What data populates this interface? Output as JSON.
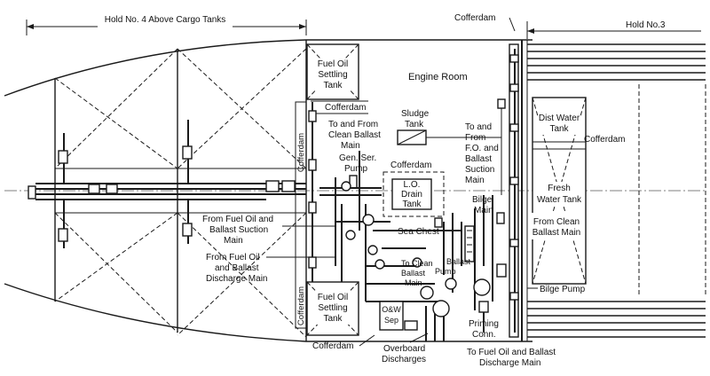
{
  "labels": {
    "hold4": "Hold No. 4 Above Cargo Tanks",
    "cofferdam_top": "Cofferdam",
    "hold3": "Hold No.3",
    "fo_settling_top": [
      "Fuel Oil",
      "Settling",
      "Tank"
    ],
    "cofferdam_upper": "Cofferdam",
    "engine_room": "Engine Room",
    "cofferdam_vert_upper": "Cofferdam",
    "to_from_clean": [
      "To and From",
      "Clean Ballast",
      "Main"
    ],
    "sludge_tank": [
      "Sludge",
      "Tank"
    ],
    "to_from_fo": [
      "To and",
      "From",
      "F.O. and",
      "Ballast",
      "Suction",
      "Main"
    ],
    "dist_water": [
      "Dist Water",
      "Tank"
    ],
    "cofferdam_right": "Cofferdam",
    "gen_ser_pump": [
      "Gen. Ser.",
      "Pump"
    ],
    "cofferdam_mid": "Cofferdam",
    "lo_drain": [
      "L.O.",
      "Drain",
      "Tank"
    ],
    "fresh_water": [
      "Fresh",
      "Water Tank"
    ],
    "bilge_main": [
      "Bilge",
      "Main"
    ],
    "from_fo_ballast_suction": [
      "From Fuel Oil and",
      "Ballast Suction",
      "Main"
    ],
    "from_clean_ballast": [
      "From Clean",
      "Ballast Main"
    ],
    "sea_chest": "Sea Chest",
    "from_fo_discharge": [
      "From Fuel Oil",
      "and Ballast",
      "Discharge Main"
    ],
    "to_clean_ballast_main": [
      "To Clean",
      "Ballast",
      "Main"
    ],
    "ballast_pump": [
      "Ballast",
      "Pump"
    ],
    "fo_settling_bottom": [
      "Fuel Oil",
      "Settling",
      "Tank"
    ],
    "bilge_pump": "Bilge Pump",
    "cofferdam_vert_lower": "Cofferdam",
    "ow_sep": [
      "O&W",
      "Sep"
    ],
    "priming_conn": [
      "Priming",
      "Conn."
    ],
    "cofferdam_bottom": "Cofferdam",
    "overboard_discharges": [
      "Overboard",
      "Discharges"
    ],
    "to_fo_discharge": [
      "To Fuel Oil and Ballast",
      "Discharge Main"
    ]
  },
  "colors": {
    "ink": "#1a1a1a",
    "paper": "#ffffff"
  }
}
